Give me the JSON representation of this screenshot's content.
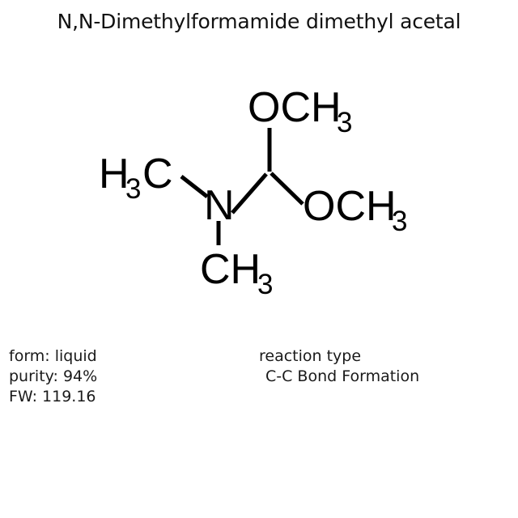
{
  "title": "N,N-Dimethylformamide dimethyl acetal",
  "structure": {
    "name": "dimethylformamide-dimethyl-acetal-skeletal-structure",
    "atoms": {
      "left_methyl": {
        "text": "H",
        "sub": "3",
        "tail": "C"
      },
      "nitrogen": {
        "text": "N"
      },
      "bottom_methyl": {
        "text": "CH",
        "sub": "3"
      },
      "top_methoxy": {
        "text": "OCH",
        "sub": "3"
      },
      "right_methoxy": {
        "text": "OCH",
        "sub": "3"
      }
    }
  },
  "properties": {
    "form": "form: liquid",
    "purity": "purity: 94%",
    "formula_weight": "FW: 119.16"
  },
  "reaction": {
    "heading": "reaction type",
    "value": "C-C Bond Formation"
  },
  "colors": {
    "background": "#ffffff",
    "ink": "#000000",
    "text": "#1a1a1a"
  }
}
